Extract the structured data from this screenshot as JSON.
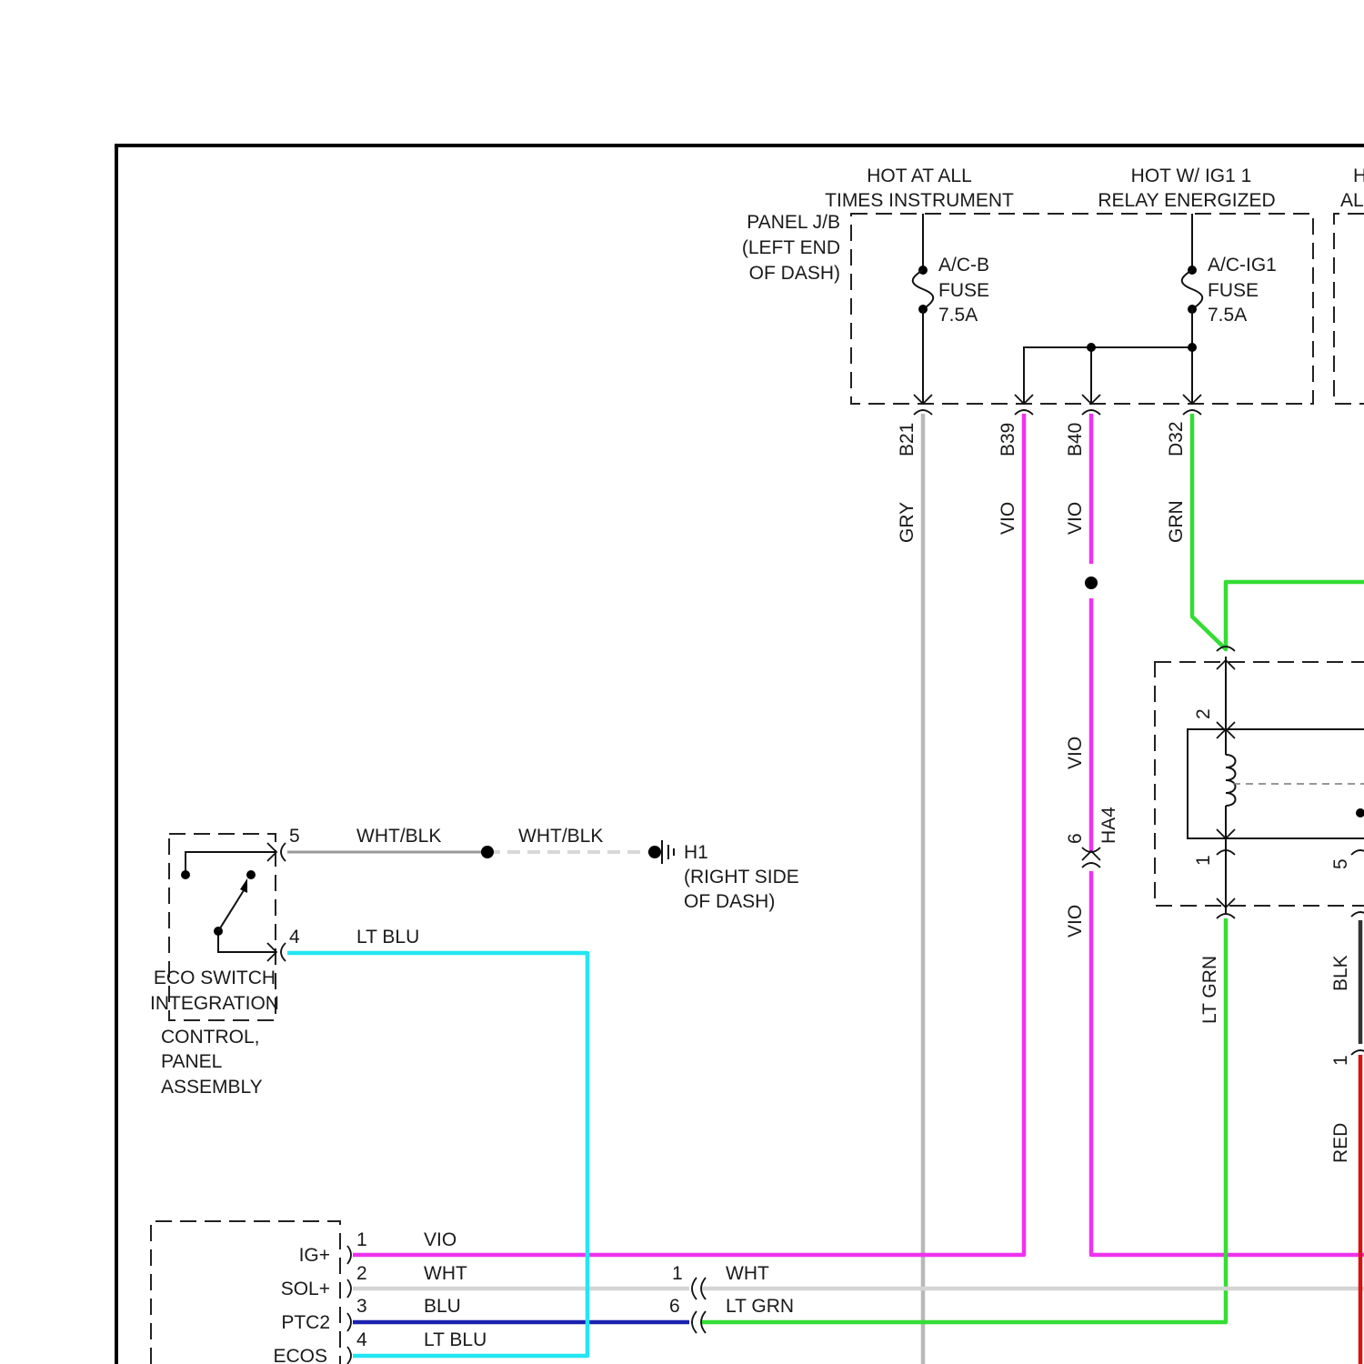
{
  "colors": {
    "vio": "#ee33ee",
    "gry": "#b8b8b8",
    "grn": "#33dd33",
    "ltblu": "#22e6f2",
    "blu": "#1a22b0",
    "wht": "#d4d4d4",
    "red": "#dd1111",
    "blk": "#333333",
    "whtblk": "#9a9a9a"
  },
  "headers": {
    "hot_at_all_line1": "HOT AT ALL",
    "hot_at_all_line2": "TIMES INSTRUMENT",
    "hot_ig1_line1": "HOT W/ IG1 1",
    "hot_ig1_line2": "RELAY ENERGIZED",
    "cut_line1": "H",
    "cut_line2": "AL"
  },
  "panel_jb": {
    "line1": "PANEL J/B",
    "line2": "(LEFT END",
    "line3": "OF DASH)"
  },
  "fuses": {
    "acb": {
      "name": "A/C-B",
      "type": "FUSE",
      "rating": "7.5A"
    },
    "acig1": {
      "name": "A/C-IG1",
      "type": "FUSE",
      "rating": "7.5A"
    }
  },
  "terminals": {
    "b21": "B21",
    "b39": "B39",
    "b40": "B40",
    "d32": "D32"
  },
  "wire_labels": {
    "gry": "GRY",
    "vio_b39": "VIO",
    "vio_b40": "VIO",
    "grn": "GRN",
    "vio_mid": "VIO",
    "vio_low": "VIO",
    "lt_grn": "LT GRN",
    "blk": "BLK",
    "red": "RED",
    "wht_blk_1": "WHT/BLK",
    "wht_blk_2": "WHT/BLK",
    "lt_blu": "LT BLU"
  },
  "relay_pins": {
    "p2": "2",
    "p1": "1",
    "p5": "5",
    "blk_pin": "1"
  },
  "connector_ha4": {
    "pin": "6",
    "name": "HA4"
  },
  "ground_h1": {
    "name": "H1",
    "line1": "(RIGHT SIDE",
    "line2": "OF DASH)"
  },
  "eco_switch": {
    "pin5": "5",
    "pin4": "4",
    "line1": "ECO SWITCH",
    "line2": "INTEGRATION",
    "line3": "CONTROL,",
    "line4": "PANEL",
    "line5": "ASSEMBLY"
  },
  "module": {
    "pins": [
      {
        "name": "IG+",
        "num": "1",
        "color": "VIO"
      },
      {
        "name": "SOL+",
        "num": "2",
        "color": "WHT"
      },
      {
        "name": "PTC2",
        "num": "3",
        "color": "BLU"
      },
      {
        "name": "ECOS",
        "num": "4",
        "color": "LT BLU"
      }
    ]
  },
  "inline_connector": [
    {
      "num": "1",
      "color": "WHT"
    },
    {
      "num": "6",
      "color": "LT GRN"
    }
  ]
}
